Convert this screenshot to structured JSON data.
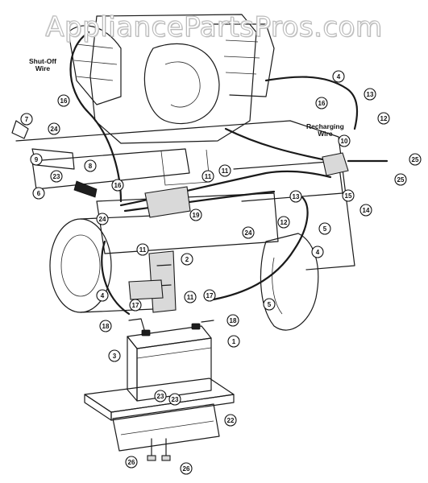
{
  "watermark": "AppliancePartsPros.com",
  "labels": {
    "shutoff": [
      "Shut-Off",
      "Wire"
    ],
    "recharging": [
      "Recharging",
      "Wire"
    ]
  },
  "callouts": [
    {
      "n": "1"
    },
    {
      "n": "2"
    },
    {
      "n": "3"
    },
    {
      "n": "4"
    },
    {
      "n": "4"
    },
    {
      "n": "4"
    },
    {
      "n": "5"
    },
    {
      "n": "5"
    },
    {
      "n": "6"
    },
    {
      "n": "7"
    },
    {
      "n": "8"
    },
    {
      "n": "9"
    },
    {
      "n": "10"
    },
    {
      "n": "11"
    },
    {
      "n": "11"
    },
    {
      "n": "11"
    },
    {
      "n": "11"
    },
    {
      "n": "12"
    },
    {
      "n": "12"
    },
    {
      "n": "13"
    },
    {
      "n": "13"
    },
    {
      "n": "14"
    },
    {
      "n": "15"
    },
    {
      "n": "16"
    },
    {
      "n": "16"
    },
    {
      "n": "16"
    },
    {
      "n": "17"
    },
    {
      "n": "17"
    },
    {
      "n": "18"
    },
    {
      "n": "18"
    },
    {
      "n": "19"
    },
    {
      "n": "22"
    },
    {
      "n": "23"
    },
    {
      "n": "23"
    },
    {
      "n": "23"
    },
    {
      "n": "24"
    },
    {
      "n": "24"
    },
    {
      "n": "24"
    },
    {
      "n": "25"
    },
    {
      "n": "25"
    },
    {
      "n": "26"
    },
    {
      "n": "26"
    }
  ]
}
